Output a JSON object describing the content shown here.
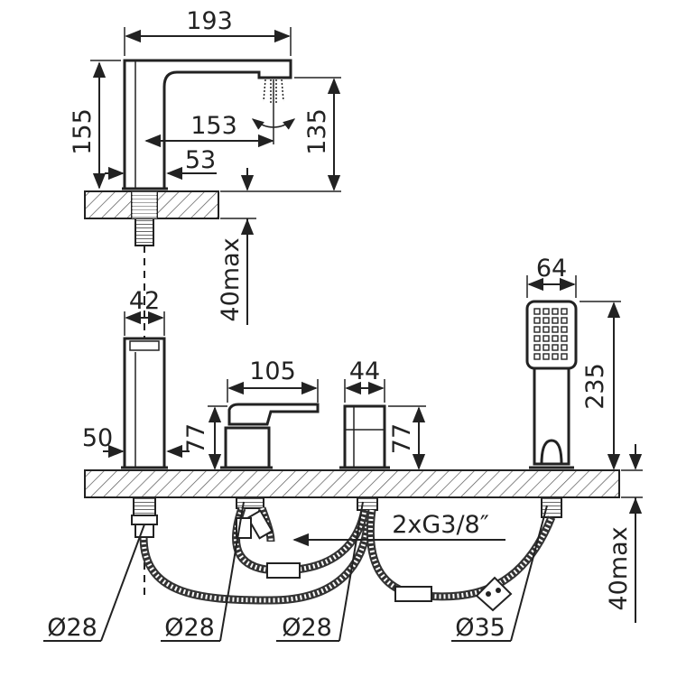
{
  "dimensions": {
    "spout_reach_total": "193",
    "spout_height_total": "155",
    "spout_reach_outlet": "153",
    "outlet_height": "135",
    "spout_base": "53",
    "deck_thickness_max_top": "40max",
    "spout_width_front": "42",
    "spout_base_front": "50",
    "mixer_height": "77",
    "mixer_length": "105",
    "diverter_width": "44",
    "diverter_height": "77",
    "handshower_width": "64",
    "handshower_length": "235",
    "deck_thickness_max_bottom": "40max",
    "connection_thread": "2xG3/8″",
    "hole_1": "Ø28",
    "hole_2": "Ø28",
    "hole_3": "Ø28",
    "hole_4": "Ø35"
  }
}
